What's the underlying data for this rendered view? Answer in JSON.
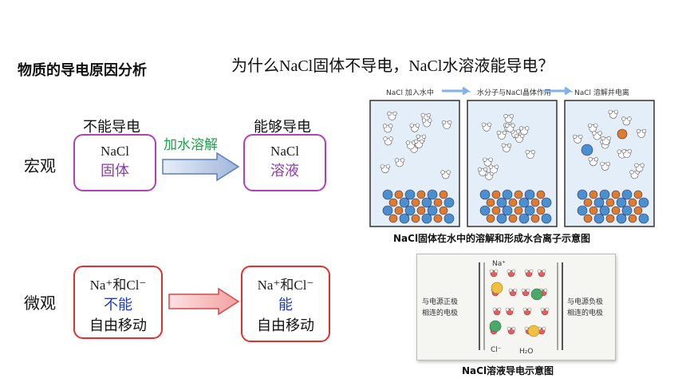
{
  "heading": "物质的导电原因分析",
  "question": "为什么NaCl固体不导电，NaCl水溶液能导电？",
  "macro": {
    "row_label": "宏观",
    "left_caption": "不能导电",
    "right_caption": "能够导电",
    "arrow_label": "加水溶解",
    "left_box": {
      "line1": "NaCl",
      "line2": "固体"
    },
    "right_box": {
      "line1": "NaCl",
      "line2": "溶液"
    }
  },
  "micro": {
    "row_label": "微观",
    "left_box": {
      "line1": "Na⁺和Cl⁻",
      "line2": "不能",
      "line3": "自由移动"
    },
    "right_box": {
      "line1": "Na⁺和Cl⁻",
      "line2": "能",
      "line3": "自由移动"
    }
  },
  "figure1": {
    "panels": [
      "NaCl 加入水中",
      "水分子与NaCl晶体作用",
      "NaCl 溶解并电离"
    ],
    "caption": "NaCl固体在水中的溶解和形成水合离子示意图"
  },
  "figure2": {
    "left_note_line1": "与电源正极",
    "left_note_line2": "相连的电极",
    "right_note_line1": "与电源负极",
    "right_note_line2": "相连的电极",
    "label_na": "Na⁺",
    "label_cl": "Cl⁻",
    "label_h2o": "H₂O",
    "caption": "NaCl溶液导电示意图"
  },
  "colors": {
    "purple_border": "#b040b8",
    "red_border": "#e03030",
    "arrow_label": "#1aa34a",
    "blue_text": "#1f3bbd",
    "purple_text": "#8a3aa8"
  }
}
